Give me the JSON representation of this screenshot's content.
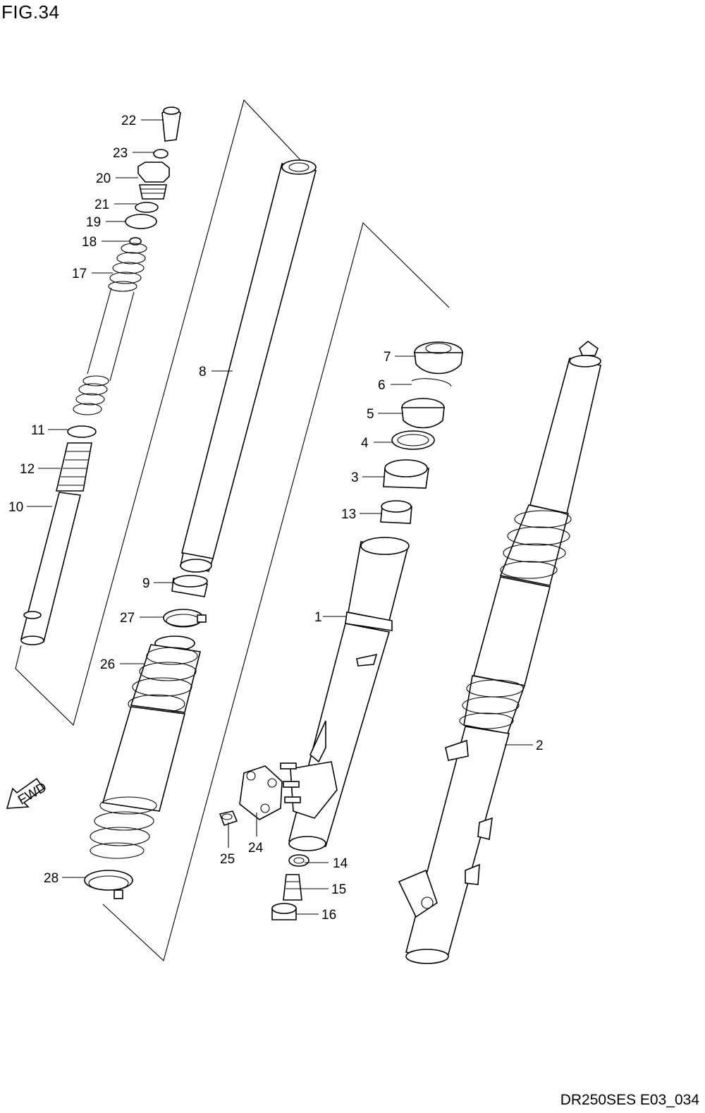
{
  "figure": {
    "title": "FIG.34",
    "code": "DR250SES E03_034",
    "direction_badge": "FWD"
  },
  "callouts": [
    {
      "id": "c1",
      "text": "1"
    },
    {
      "id": "c2",
      "text": "2"
    },
    {
      "id": "c3",
      "text": "3"
    },
    {
      "id": "c4",
      "text": "4"
    },
    {
      "id": "c5",
      "text": "5"
    },
    {
      "id": "c6",
      "text": "6"
    },
    {
      "id": "c7",
      "text": "7"
    },
    {
      "id": "c8",
      "text": "8"
    },
    {
      "id": "c9",
      "text": "9"
    },
    {
      "id": "c10",
      "text": "10"
    },
    {
      "id": "c11",
      "text": "11"
    },
    {
      "id": "c12",
      "text": "12"
    },
    {
      "id": "c13",
      "text": "13"
    },
    {
      "id": "c14",
      "text": "14"
    },
    {
      "id": "c15",
      "text": "15"
    },
    {
      "id": "c16",
      "text": "16"
    },
    {
      "id": "c17",
      "text": "17"
    },
    {
      "id": "c18",
      "text": "18"
    },
    {
      "id": "c19",
      "text": "19"
    },
    {
      "id": "c20",
      "text": "20"
    },
    {
      "id": "c21",
      "text": "21"
    },
    {
      "id": "c22",
      "text": "22"
    },
    {
      "id": "c23",
      "text": "23"
    },
    {
      "id": "c24",
      "text": "24"
    },
    {
      "id": "c25",
      "text": "25"
    },
    {
      "id": "c26",
      "text": "26"
    },
    {
      "id": "c27",
      "text": "27"
    },
    {
      "id": "c28",
      "text": "28"
    }
  ]
}
